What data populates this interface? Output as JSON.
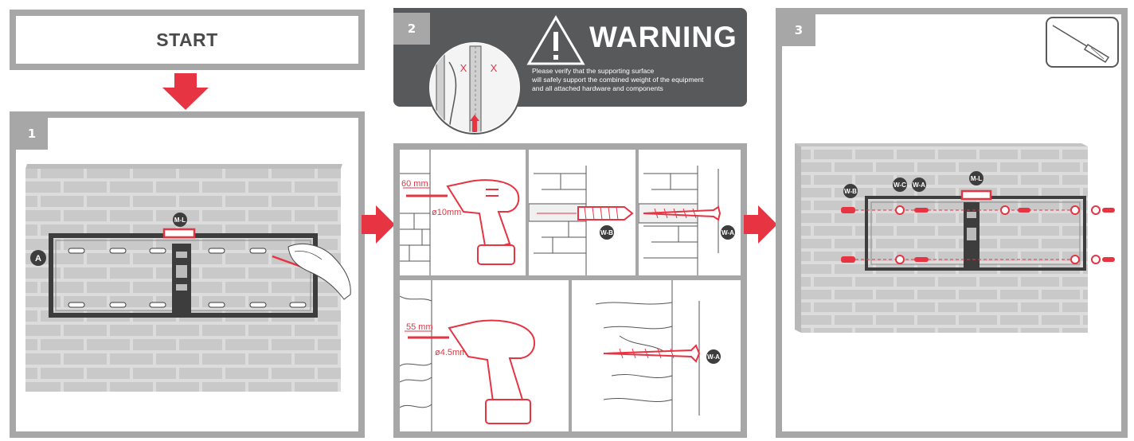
{
  "start": {
    "label": "START"
  },
  "steps": [
    {
      "number": "1"
    },
    {
      "number": "2"
    },
    {
      "number": "3"
    }
  ],
  "warning": {
    "title": "WARNING",
    "lines": [
      "Please verify that the supporting surface",
      "will safely support the combined weight of the equipment",
      "and all attached hardware and components"
    ],
    "marks": [
      "X",
      "X"
    ]
  },
  "step1": {
    "bracket_label": "A",
    "level_label": "M-L"
  },
  "step2": {
    "concrete": {
      "depth": "60 mm",
      "diameter": "ø10mm",
      "anchor_label": "W-B",
      "screw_label": "W-A"
    },
    "wood": {
      "depth": "55 mm",
      "diameter": "ø4.5mm",
      "screw_label": "W-A"
    }
  },
  "step3": {
    "labels": {
      "anchor": "W-B",
      "washer": "W-C",
      "screw": "W-A",
      "level": "M-L"
    }
  },
  "colors": {
    "accent": "#e63443",
    "panel_border": "#a7a7a7",
    "warning_bg": "#58595b",
    "brick": "#c9c9c9",
    "mortar": "#dcdcdc"
  }
}
